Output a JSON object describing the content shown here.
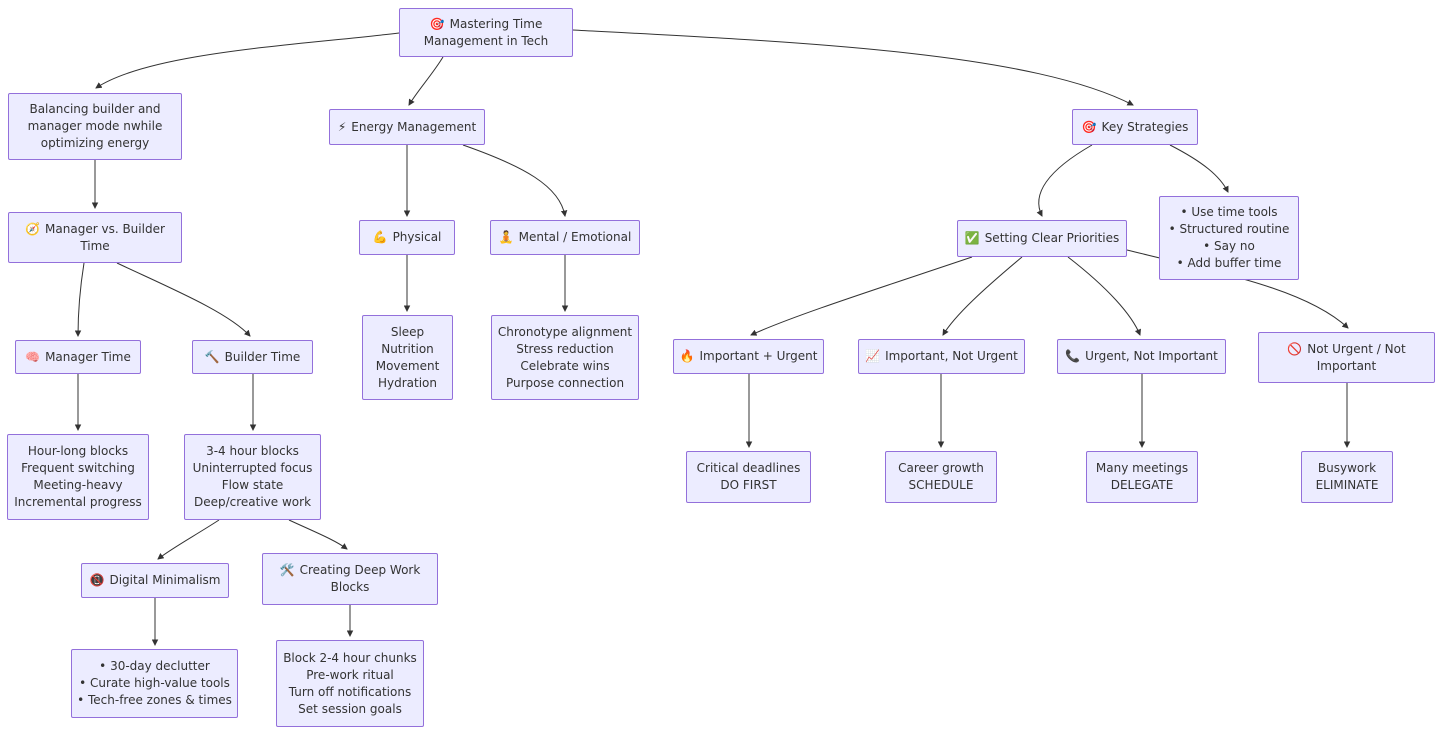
{
  "diagram": {
    "type": "mindmap-flowchart",
    "colors": {
      "node_fill": "#ECECFF",
      "node_border": "#9370DB",
      "edge": "#333333",
      "background": "#FFFFFF",
      "text": "#333333"
    },
    "nodes": {
      "root": {
        "icon": "🎯",
        "icon_name": "dart-target-icon",
        "lines": [
          "Mastering Time",
          "Management in Tech"
        ]
      },
      "balancing": {
        "lines": [
          "Balancing builder and",
          "manager mode nwhile",
          "optimizing energy"
        ]
      },
      "energy": {
        "icon": "⚡",
        "icon_name": "lightning-bolt-icon",
        "label": "Energy Management"
      },
      "key_strategies": {
        "icon": "🎯",
        "icon_name": "dart-target-icon",
        "label": "Key Strategies"
      },
      "manager_vs_builder": {
        "icon": "🧭",
        "icon_name": "compass-icon",
        "lines": [
          "Manager vs. Builder",
          "Time"
        ]
      },
      "physical": {
        "icon": "💪",
        "icon_name": "flexed-biceps-icon",
        "label": "Physical"
      },
      "mental": {
        "icon": "🧘",
        "icon_name": "meditation-icon",
        "label": "Mental / Emotional"
      },
      "priorities": {
        "icon": "✅",
        "icon_name": "check-mark-icon",
        "label": "Setting Clear Priorities"
      },
      "time_tools": {
        "lines": [
          "• Use time tools",
          "• Structured routine",
          "• Say no",
          "• Add buffer time"
        ]
      },
      "manager_time": {
        "icon": "🧠",
        "icon_name": "brain-icon",
        "label": "Manager Time"
      },
      "builder_time": {
        "icon": "🔨",
        "icon_name": "hammer-icon",
        "label": "Builder Time"
      },
      "manager_leaf": {
        "lines": [
          "Hour-long blocks",
          "Frequent switching",
          "Meeting-heavy",
          "Incremental progress"
        ]
      },
      "builder_leaf": {
        "lines": [
          "3-4 hour blocks",
          "Uninterrupted focus",
          "Flow state",
          "Deep/creative work"
        ]
      },
      "physical_leaf": {
        "lines": [
          "Sleep",
          "Nutrition",
          "Movement",
          "Hydration"
        ]
      },
      "mental_leaf": {
        "lines": [
          "Chronotype alignment",
          "Stress reduction",
          "Celebrate wins",
          "Purpose connection"
        ]
      },
      "important_urgent": {
        "icon": "🔥",
        "icon_name": "fire-icon",
        "label": "Important + Urgent"
      },
      "important_not_urgent": {
        "icon": "📈",
        "icon_name": "chart-increasing-icon",
        "label": "Important, Not Urgent"
      },
      "urgent_not_important": {
        "icon": "📞",
        "icon_name": "telephone-receiver-icon",
        "label": "Urgent, Not Important"
      },
      "not_urgent_not_important": {
        "icon": "🚫",
        "icon_name": "prohibited-icon",
        "lines": [
          "Not Urgent / Not",
          "Important"
        ]
      },
      "iu_leaf": {
        "lines": [
          "Critical deadlines",
          "DO FIRST"
        ]
      },
      "inu_leaf": {
        "lines": [
          "Career growth",
          "SCHEDULE"
        ]
      },
      "uni_leaf": {
        "lines": [
          "Many meetings",
          "DELEGATE"
        ]
      },
      "nuni_leaf": {
        "lines": [
          "Busywork",
          "ELIMINATE"
        ]
      },
      "digital_minimalism": {
        "icon": "📵",
        "icon_name": "no-mobile-phone-icon",
        "label": "Digital Minimalism"
      },
      "deep_work": {
        "icon": "🛠️",
        "icon_name": "hammer-wrench-icon",
        "lines": [
          "Creating Deep Work",
          "Blocks"
        ]
      },
      "dm_leaf": {
        "lines": [
          "• 30-day declutter",
          "• Curate high-value tools",
          "• Tech-free zones & times"
        ]
      },
      "dw_leaf": {
        "lines": [
          "Block 2-4 hour chunks",
          "Pre-work ritual",
          "Turn off notifications",
          "Set session goals"
        ]
      }
    },
    "edges": [
      {
        "from": "root",
        "to": "balancing"
      },
      {
        "from": "root",
        "to": "energy"
      },
      {
        "from": "root",
        "to": "key_strategies"
      },
      {
        "from": "balancing",
        "to": "manager_vs_builder"
      },
      {
        "from": "manager_vs_builder",
        "to": "manager_time"
      },
      {
        "from": "manager_vs_builder",
        "to": "builder_time"
      },
      {
        "from": "manager_time",
        "to": "manager_leaf"
      },
      {
        "from": "builder_time",
        "to": "builder_leaf"
      },
      {
        "from": "builder_leaf",
        "to": "digital_minimalism"
      },
      {
        "from": "builder_leaf",
        "to": "deep_work"
      },
      {
        "from": "digital_minimalism",
        "to": "dm_leaf"
      },
      {
        "from": "deep_work",
        "to": "dw_leaf"
      },
      {
        "from": "energy",
        "to": "physical"
      },
      {
        "from": "energy",
        "to": "mental"
      },
      {
        "from": "physical",
        "to": "physical_leaf"
      },
      {
        "from": "mental",
        "to": "mental_leaf"
      },
      {
        "from": "key_strategies",
        "to": "priorities"
      },
      {
        "from": "key_strategies",
        "to": "time_tools"
      },
      {
        "from": "priorities",
        "to": "important_urgent"
      },
      {
        "from": "priorities",
        "to": "important_not_urgent"
      },
      {
        "from": "priorities",
        "to": "urgent_not_important"
      },
      {
        "from": "priorities",
        "to": "not_urgent_not_important"
      },
      {
        "from": "important_urgent",
        "to": "iu_leaf"
      },
      {
        "from": "important_not_urgent",
        "to": "inu_leaf"
      },
      {
        "from": "urgent_not_important",
        "to": "uni_leaf"
      },
      {
        "from": "not_urgent_not_important",
        "to": "nuni_leaf"
      }
    ]
  }
}
